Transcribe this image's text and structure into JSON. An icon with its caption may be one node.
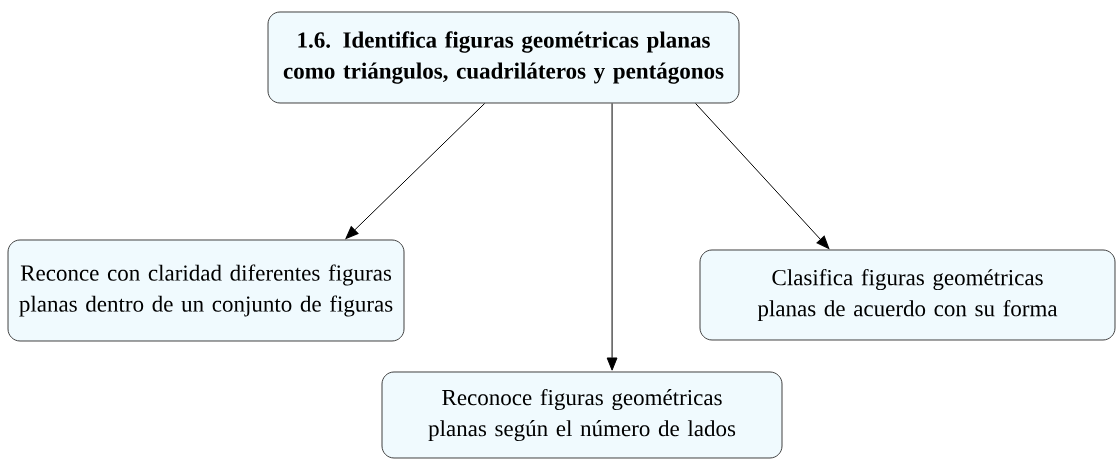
{
  "diagram": {
    "nodes": [
      {
        "text": [
          "1.6. Identifica figuras geométricas planas como triángulos, cuadriláteros y pentágonos"
        ]
      },
      {
        "text": [
          "Reconce con claridad diferentes figuras planas dentro de un conjunto de figuras"
        ]
      },
      {
        "text": [
          "Clasifica figuras geométricas planas de acuerdo con su forma"
        ]
      },
      {
        "text": [
          "Reconoce figuras geométricas planas según el número de lados"
        ]
      }
    ],
    "edges": [
      {
        "from": 0,
        "to": 1,
        "arrow": "to"
      },
      {
        "from": 0,
        "to": 3,
        "arrow": "to"
      },
      {
        "from": 0,
        "to": 2,
        "arrow": "to"
      }
    ]
  }
}
